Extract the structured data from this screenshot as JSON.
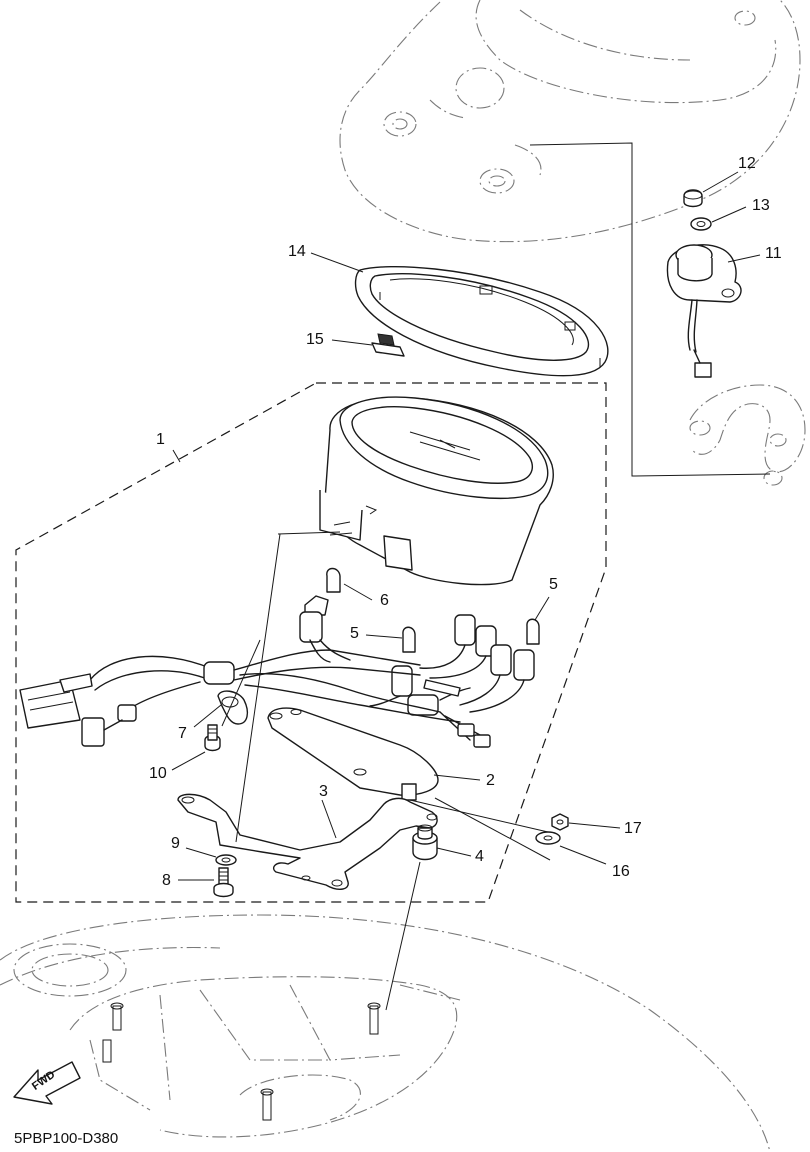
{
  "drawing_code": "5PBP100-D380",
  "direction_label": "FWD",
  "callouts": [
    {
      "id": "c1",
      "text": "1"
    },
    {
      "id": "c2",
      "text": "2"
    },
    {
      "id": "c3",
      "text": "3"
    },
    {
      "id": "c4",
      "text": "4"
    },
    {
      "id": "c5a",
      "text": "5"
    },
    {
      "id": "c5b",
      "text": "5"
    },
    {
      "id": "c6",
      "text": "6"
    },
    {
      "id": "c7",
      "text": "7"
    },
    {
      "id": "c8",
      "text": "8"
    },
    {
      "id": "c9",
      "text": "9"
    },
    {
      "id": "c10",
      "text": "10"
    },
    {
      "id": "c11",
      "text": "11"
    },
    {
      "id": "c12",
      "text": "12"
    },
    {
      "id": "c13",
      "text": "13"
    },
    {
      "id": "c14",
      "text": "14"
    },
    {
      "id": "c15",
      "text": "15"
    },
    {
      "id": "c16",
      "text": "16"
    },
    {
      "id": "c17",
      "text": "17"
    }
  ]
}
